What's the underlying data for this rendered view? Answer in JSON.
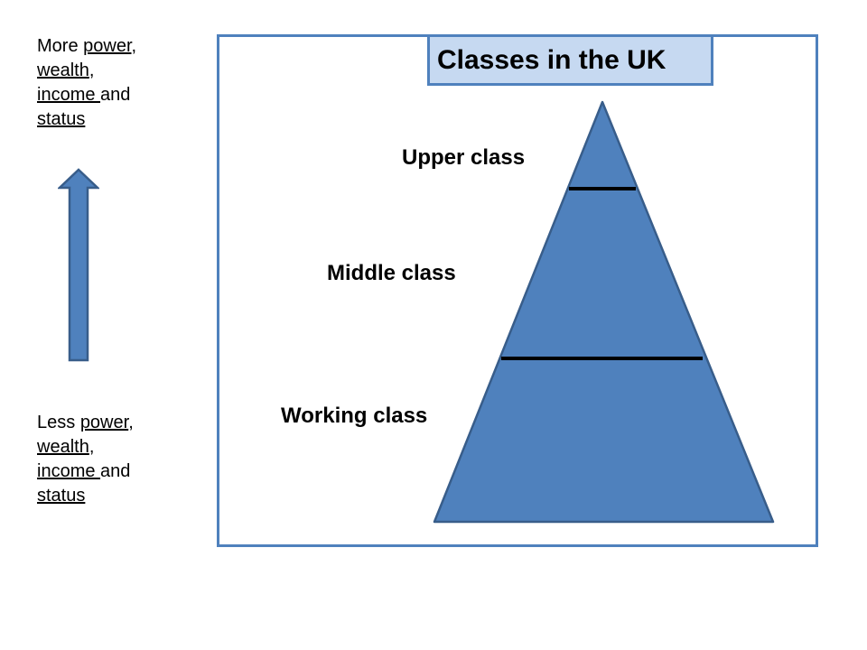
{
  "scale": {
    "top": {
      "prefix": "More ",
      "power": "power",
      "sep1": ",",
      "wealth": "wealth",
      "sep2": ",",
      "income": "income ",
      "conj": "and",
      "status": "status"
    },
    "bottom": {
      "prefix": "Less ",
      "power": "power",
      "sep1": ",",
      "wealth": "wealth",
      "sep2": ",",
      "income": "income ",
      "conj": "and",
      "status": "status"
    },
    "arrow_icon": "up-arrow-icon"
  },
  "diagram": {
    "title": "Classes in the UK",
    "tiers": {
      "upper": "Upper class",
      "middle": "Middle class",
      "working": "Working class"
    }
  },
  "colors": {
    "accent_blue": "#4f81bd",
    "title_fill": "#c6d9f1",
    "divider": "#000000"
  }
}
